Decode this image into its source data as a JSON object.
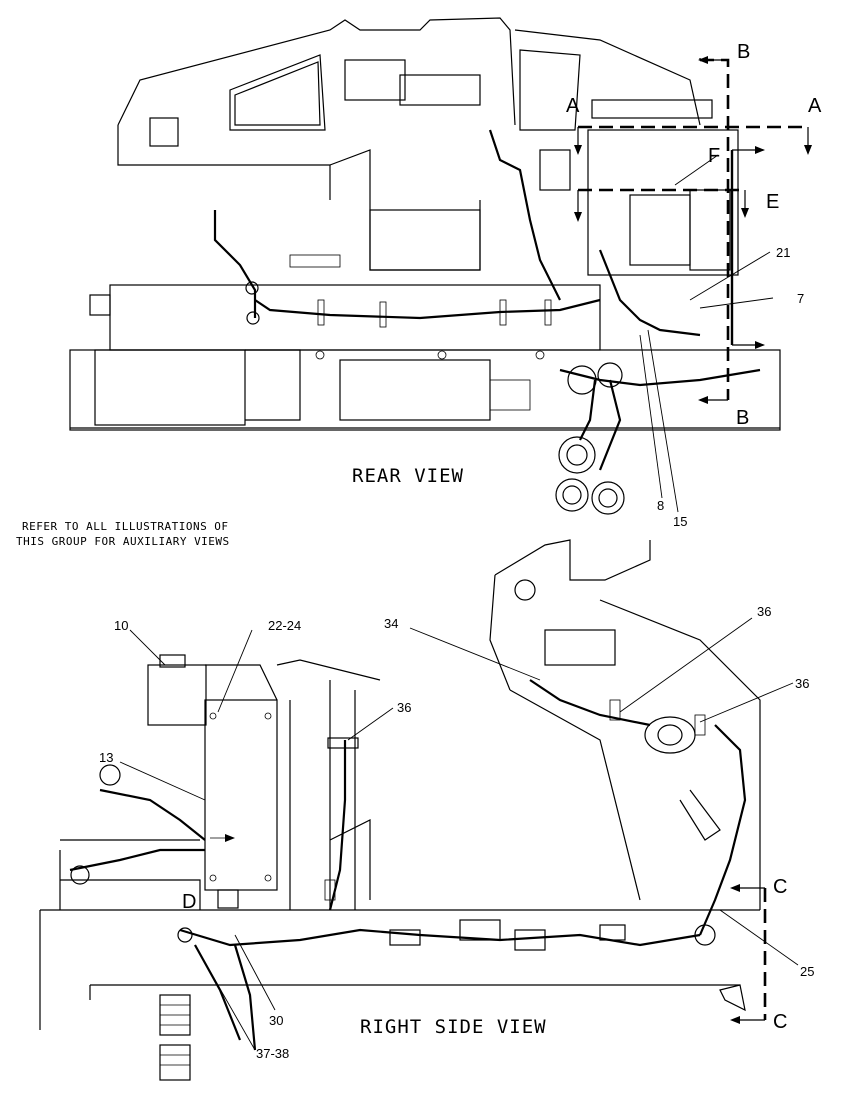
{
  "views": {
    "rear": "REAR VIEW",
    "right_side": "RIGHT SIDE VIEW"
  },
  "note": {
    "line1": "REFER TO ALL ILLUSTRATIONS OF",
    "line2": "THIS GROUP FOR AUXILIARY VIEWS"
  },
  "section_marks": {
    "a_left": "A",
    "a_right": "A",
    "b_top": "B",
    "b_bottom": "B",
    "c_top": "C",
    "c_bottom": "C",
    "d": "D",
    "e": "E",
    "f": "F"
  },
  "callouts": {
    "c21": "21",
    "c7": "7",
    "c8": "8",
    "c15": "15",
    "c10": "10",
    "c22_24": "22-24",
    "c13": "13",
    "c36a": "36",
    "c34": "34",
    "c36b": "36",
    "c36c": "36",
    "c25": "25",
    "c30": "30",
    "c37_38": "37-38"
  }
}
